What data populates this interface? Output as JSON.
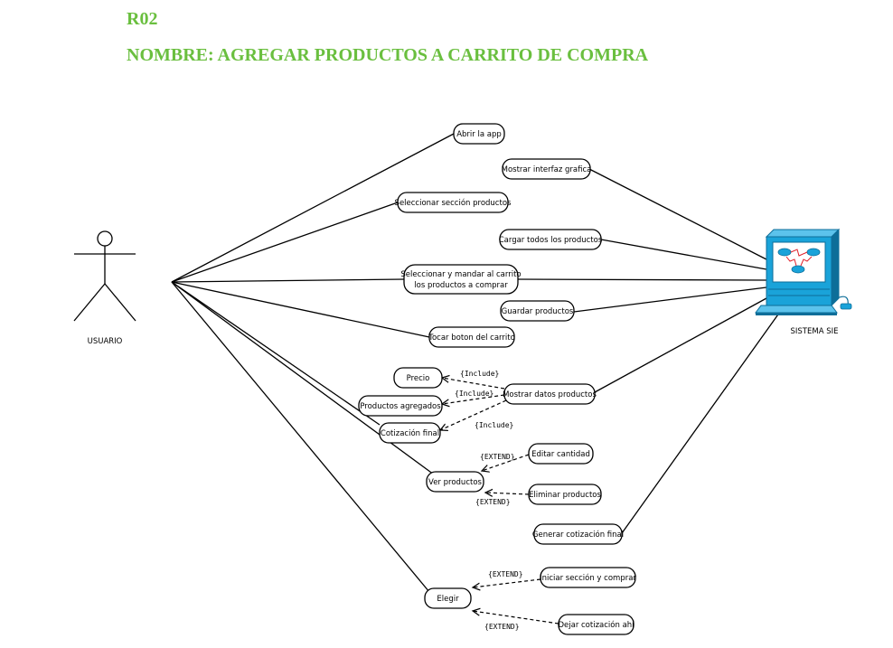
{
  "header": {
    "code": "R02",
    "name": "NOMBRE: AGREGAR PRODUCTOS A CARRITO DE COMPRA"
  },
  "actors": {
    "user": "USUARIO",
    "system": "SISTEMA SIE"
  },
  "use_cases": {
    "abrir_app": "Abrir la app",
    "mostrar_interfaz": "Mostrar interfaz grafica",
    "seleccionar_seccion": "Seleccionar sección productos",
    "cargar_productos": "Cargar todos los productos",
    "seleccionar_mandar_1": "Seleccionar y mandar al carrito",
    "seleccionar_mandar_2": "los productos a comprar",
    "guardar_productos": "Guardar productos",
    "tocar_boton": "Tocar boton del carrito",
    "precio": "Precio",
    "mostrar_datos": "Mostrar datos productos",
    "productos_agregados": "Productos agregados",
    "cotizacion_final": "Cotización final",
    "editar_cantidad": "Editar cantidad",
    "ver_productos": "Ver productos",
    "eliminar_productos": "Eliminar productos",
    "generar_cotizacion": "Generar cotización final",
    "iniciar_seccion": "Iniciar sección y comprar",
    "elegir": "Elegir",
    "dejar_cotizacion": "Dejar cotización ahí"
  },
  "relations": {
    "include_precio": "{Include}",
    "include_agregados": "{Include}",
    "include_cotizacion": "{Include}",
    "extend_editar": "{EXTEND}",
    "extend_eliminar": "{EXTEND}",
    "extend_iniciar": "{EXTEND}",
    "extend_dejar": "{EXTEND}"
  },
  "colors": {
    "title": "#6abf3f",
    "computer": "#1aa3d9",
    "computer_dark": "#0d6e99"
  },
  "icons": {
    "actor": "stick-figure",
    "system": "computer-network"
  }
}
